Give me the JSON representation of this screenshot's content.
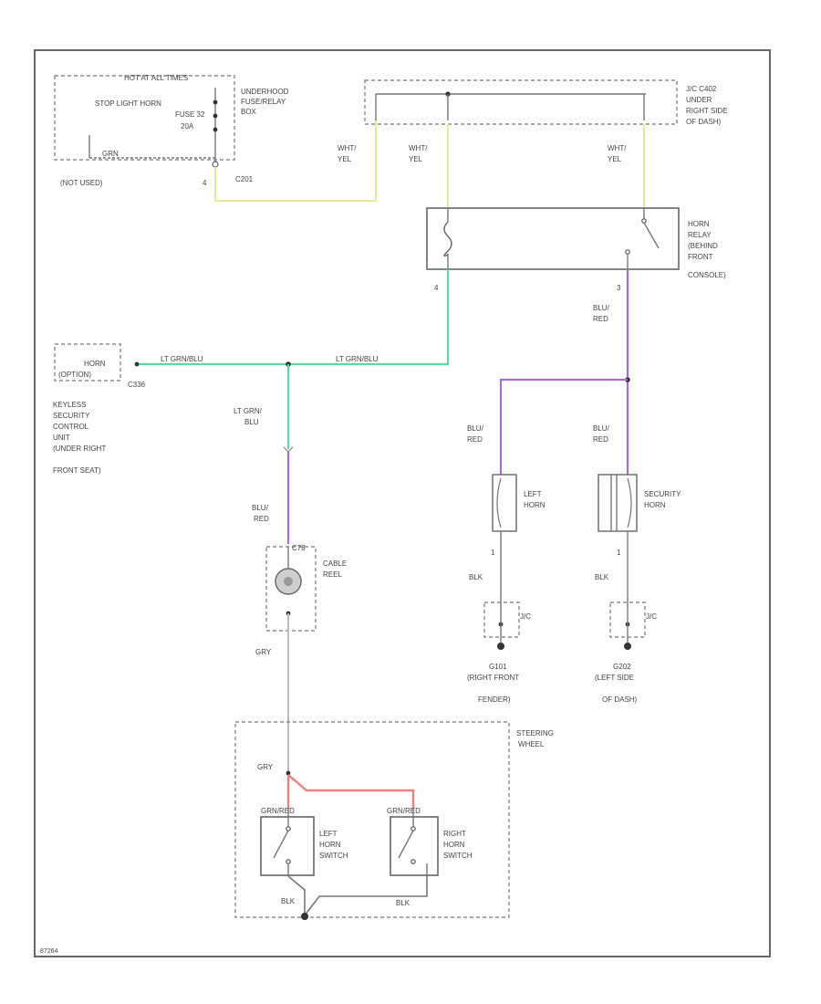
{
  "colors": {
    "wht_yel": "#e8e89a",
    "lt_grn_blu": "#5fd6a4",
    "blu_red": "#a76ad8",
    "grn_red": "#f07f7f",
    "gray_wire": "#bdbdbd",
    "dark_wire": "#777777",
    "frame": "#555555",
    "dot": "#333333"
  },
  "labels": {
    "hot_at_all_times": "HOT AT ALL TIMES",
    "stop_light_horn": "STOP LIGHT HORN",
    "fuse_num": "FUSE 32",
    "fuse_amp": "20A",
    "underhood_1": "UNDERHOOD",
    "underhood_2": "FUSE/RELAY",
    "underhood_3": "BOX",
    "grn": "GRN",
    "not_used": "(NOT USED)",
    "c201": "C201",
    "pin_4": "4",
    "wht_1": "WHT/",
    "yel_1": "YEL",
    "wht_2": "WHT/",
    "yel_2": "YEL",
    "wht_3": "WHT/",
    "yel_3": "YEL",
    "jc_1": "J/C C402",
    "jc_2": "UNDER",
    "jc_3": "RIGHT SIDE",
    "jc_4": "OF DASH)",
    "relay_1": "HORN",
    "relay_2": "RELAY",
    "relay_3": "(BEHIND",
    "relay_4": "FRONT",
    "relay_5": "CONSOLE)",
    "pin_relay_left": "4",
    "pin_relay_right": "3",
    "blu_red_a1": "BLU/",
    "blu_red_a2": "RED",
    "horn_box_1": "HORN",
    "horn_box_2": "(OPTION)",
    "c336": "C336",
    "lt_grn_blu_1": "LT GRN/BLU",
    "lt_grn_blu_2": "LT GRN/BLU",
    "keyless_1": "KEYLESS",
    "keyless_2": "SECURITY",
    "keyless_3": "CONTROL",
    "keyless_4": "UNIT",
    "keyless_5": "(UNDER RIGHT",
    "keyless_6": "FRONT SEAT)",
    "lt_grn_1": "LT GRN/",
    "lt_grn_2": "BLU",
    "blu_red_b1": "BLU/",
    "blu_red_b2": "RED",
    "blu_red_c1": "BLU/",
    "blu_red_c2": "RED",
    "blu_red_d1": "BLU/",
    "blu_red_d2": "RED",
    "cable_1": "CABLE",
    "cable_2": "REEL",
    "cable_pin_top": "C78",
    "left_horn_1": "LEFT",
    "left_horn_2": "HORN",
    "sec_horn_1": "SECURITY",
    "sec_horn_2": "HORN",
    "pin_lh": "1",
    "pin_sh": "1",
    "blk_1": "BLK",
    "blk_2": "BLK",
    "jc_lh": "J/C",
    "jc_sh": "J/C",
    "g101_1": "G101",
    "g101_2": "(RIGHT FRONT",
    "g101_3": "FENDER)",
    "g202_1": "G202",
    "g202_2": "(LEFT SIDE",
    "g202_3": "OF DASH)",
    "gry_1": "GRY",
    "steering_1": "STEERING",
    "steering_2": "WHEEL",
    "gry_2": "GRY",
    "grn_red_1": "GRN/RED",
    "grn_red_2": "GRN/RED",
    "lhs_1": "LEFT",
    "lhs_2": "HORN",
    "lhs_3": "SWITCH",
    "rhs_1": "RIGHT",
    "rhs_2": "HORN",
    "rhs_3": "SWITCH",
    "blk_3": "BLK",
    "blk_4": "BLK",
    "footer": "87264"
  }
}
